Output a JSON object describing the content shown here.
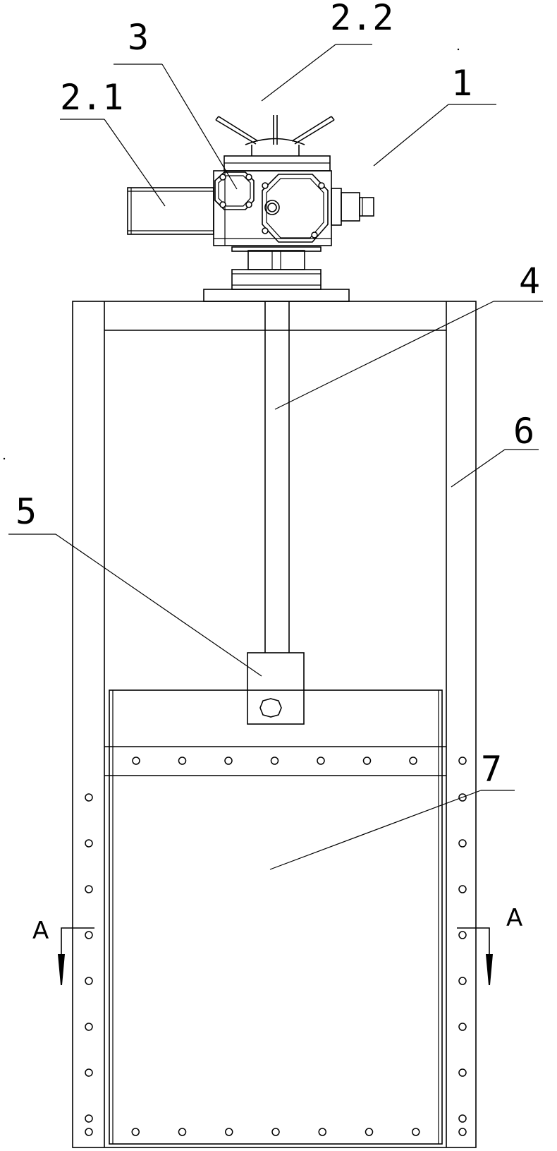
{
  "diagram": {
    "labels": {
      "actuator": "1",
      "handle": "2.1",
      "handwheel": "2.2",
      "indicator": "3",
      "stem": "4",
      "connector": "5",
      "frame": "6",
      "gate_plate": "7"
    },
    "section_marks": {
      "left": "A",
      "right": "A"
    },
    "frame_bolts": {
      "side_rows": 8,
      "bottom_row": 9,
      "gate_row": 7
    }
  }
}
